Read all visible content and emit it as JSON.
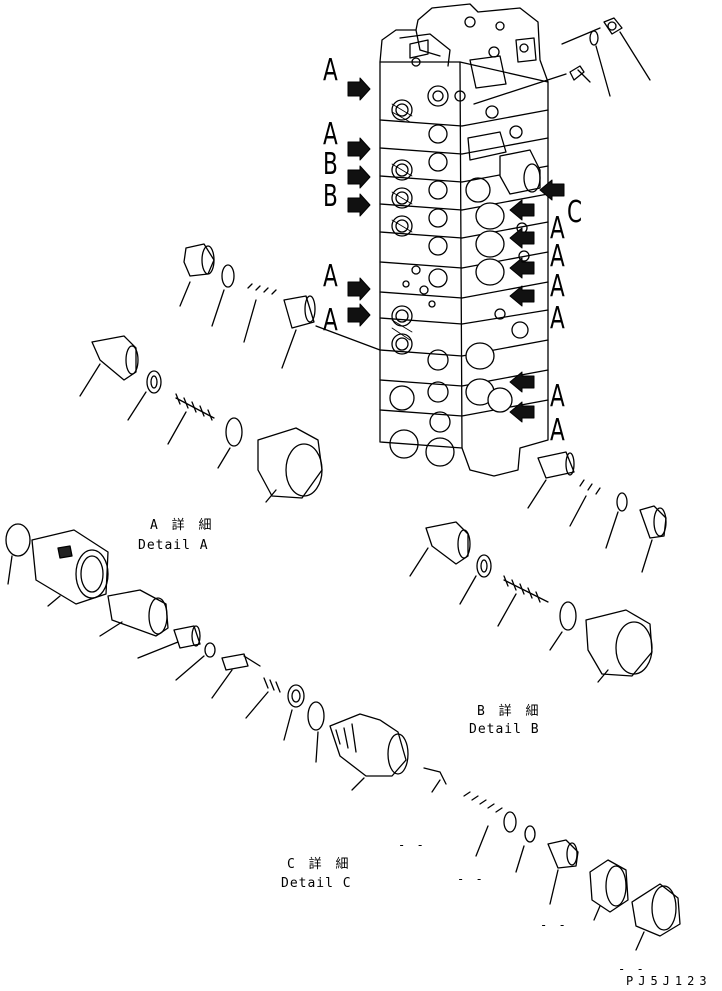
{
  "callouts": [
    "A",
    "A",
    "B",
    "B",
    "A",
    "A",
    "C",
    "A",
    "A",
    "A",
    "A",
    "A",
    "A"
  ],
  "details": {
    "a_jp": "A 詳 細",
    "a_en": "Detail A",
    "b_jp": "B 詳 細",
    "b_en": "Detail B",
    "c_jp": "C 詳 細",
    "c_en": "Detail C"
  },
  "drawing_code": "PJ5J123",
  "dash_marks": [
    "- -",
    "- -",
    "- -",
    "- -"
  ]
}
